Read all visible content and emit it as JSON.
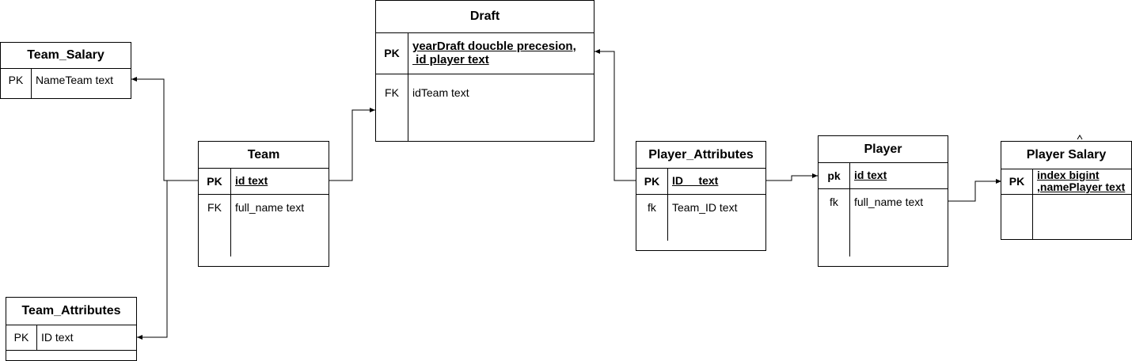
{
  "tables": {
    "team_salary": {
      "title": "Team_Salary",
      "rows": [
        {
          "key": "PK",
          "field": "NameTeam text"
        }
      ]
    },
    "team_attributes": {
      "title": "Team_Attributes",
      "rows": [
        {
          "key": "PK",
          "field": "ID text"
        }
      ]
    },
    "team": {
      "title": "Team",
      "rows": [
        {
          "key": "PK",
          "field": "id text"
        },
        {
          "key": "FK",
          "field": "full_name text"
        }
      ]
    },
    "draft": {
      "title": "Draft",
      "rows": [
        {
          "key": "PK",
          "field_line1": "yearDraft doucble precesion,",
          "field_line2": " id player text"
        },
        {
          "key": "FK",
          "field": "idTeam text"
        }
      ]
    },
    "player_attributes": {
      "title": "Player_Attributes",
      "rows": [
        {
          "key": "PK",
          "field": "ID     text"
        },
        {
          "key": "fk",
          "field": "Team_ID text"
        }
      ]
    },
    "player": {
      "title": "Player",
      "rows": [
        {
          "key": "pk",
          "field": "id text"
        },
        {
          "key": "fk",
          "field": "full_name text"
        }
      ]
    },
    "player_salary": {
      "title": "Player Salary",
      "rows": [
        {
          "key": "PK",
          "field_line1": "index bigint",
          "field_line2": ",namePlayer text"
        }
      ]
    }
  }
}
